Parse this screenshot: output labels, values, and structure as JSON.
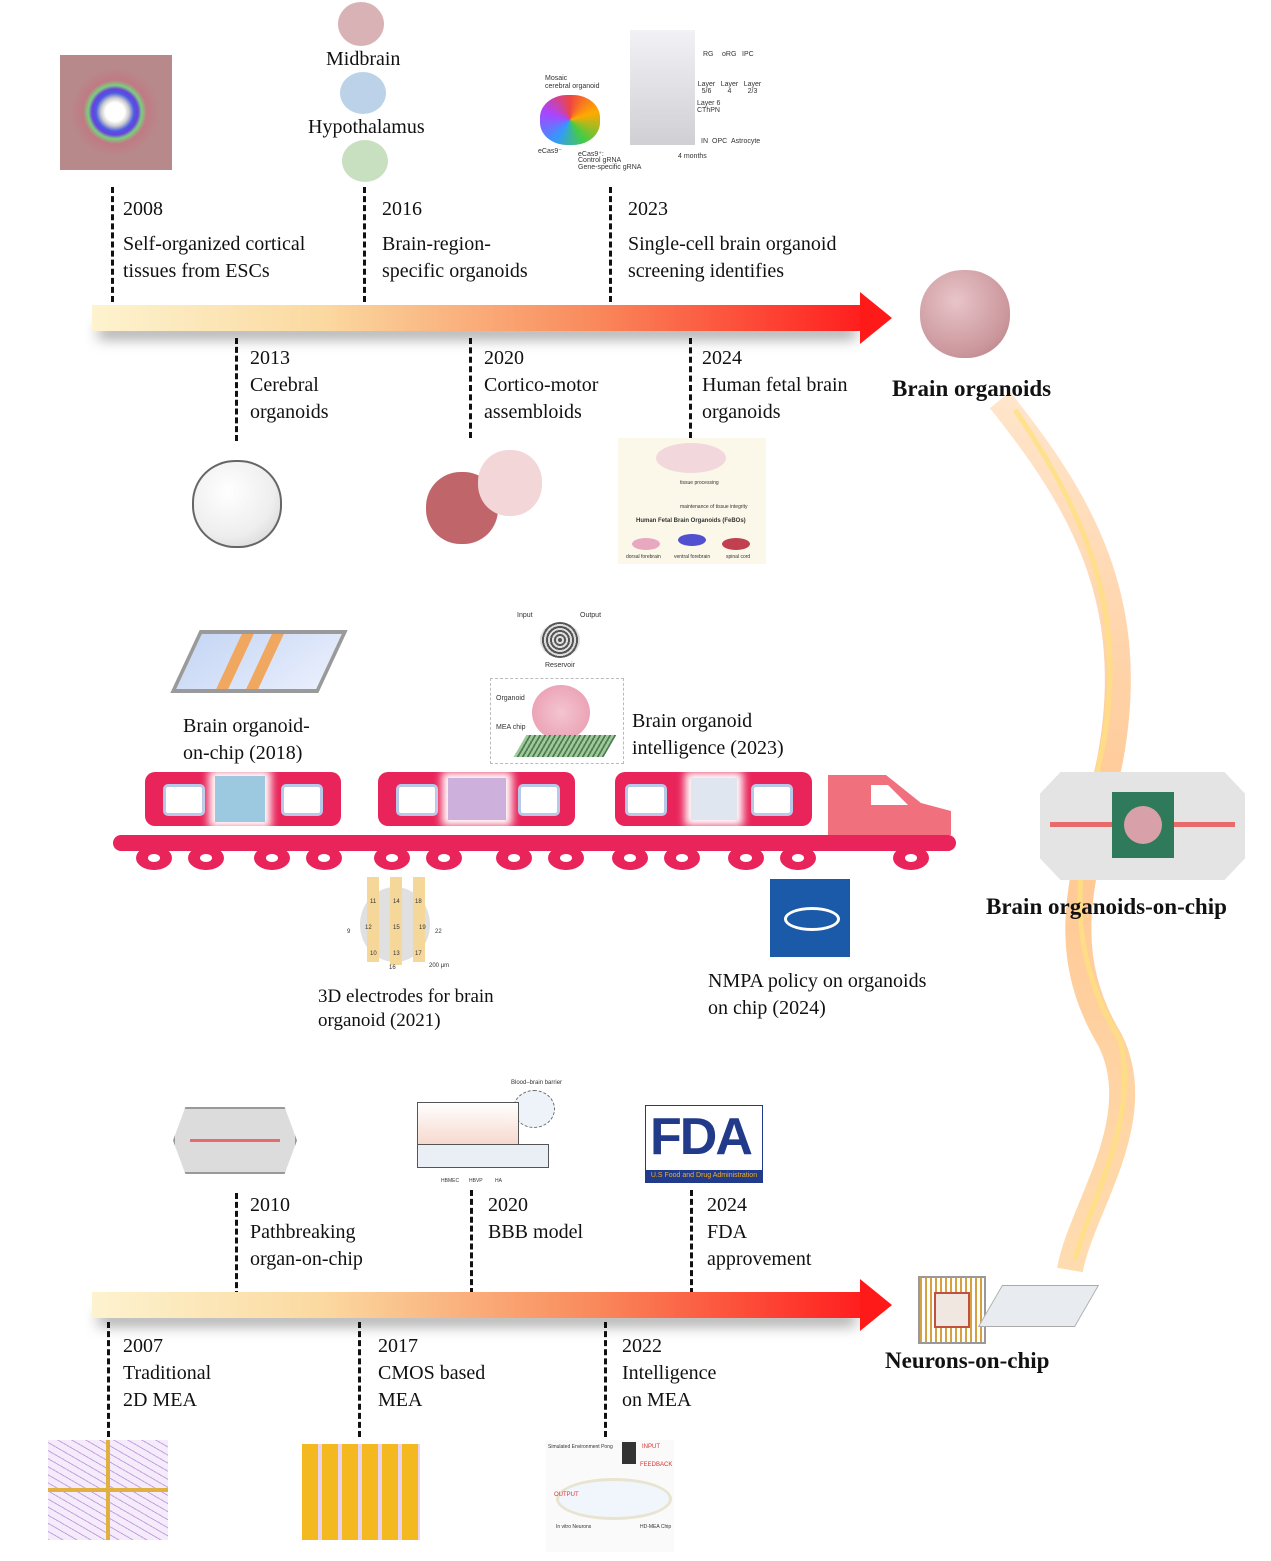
{
  "colors": {
    "train": "#e8245a",
    "arrow_start": "#fdf3cf",
    "arrow_end": "#ff1a1a",
    "flame": "#ffa040"
  },
  "brain_organoids": {
    "title": "Brain organoids",
    "top_labels": {
      "midbrain": "Midbrain",
      "hypothalamus": "Hypothalamus"
    },
    "events_above": [
      {
        "year": "2008",
        "l1": "Self-organized cortical",
        "l2": "tissues from ESCs"
      },
      {
        "year": "2016",
        "l1": "Brain-region-",
        "l2": "specific organoids"
      },
      {
        "year": "2023",
        "l1": "Single-cell brain organoid",
        "l2": "screening identifies"
      }
    ],
    "events_below": [
      {
        "year": "2013",
        "l1": "Cerebral",
        "l2": "organoids"
      },
      {
        "year": "2020",
        "l1": "Cortico-motor",
        "l2": "assembloids"
      },
      {
        "year": "2024",
        "l1": "Human fetal brain",
        "l2": "organoids"
      }
    ],
    "screen_figure": {
      "mosaic": "Mosaic",
      "mosaic2": "cerebral organoid",
      "ecas_neg": "eCas9⁻",
      "ecas_pos": "eCas9⁺:",
      "ctrl": "Control gRNA",
      "gene": "Gene-specific gRNA",
      "months": "4 months",
      "cells": [
        "RG",
        "oRG",
        "IPC",
        "Layer 5/6",
        "Layer 4",
        "Layer 2/3",
        "Layer 6 CThPN",
        "IN",
        "OPC",
        "Astrocyte"
      ]
    },
    "febo_figure": {
      "processing": "tissue processing",
      "integrity": "maintenance of tissue integrity",
      "title": "Human Fetal Brain Organoids (FeBOs)",
      "regions": [
        "dorsal forebrain",
        "ventral forebrain",
        "spinal cord"
      ]
    }
  },
  "organoids_on_chip": {
    "title": "Brain organoids-on-chip",
    "items": [
      {
        "l1": "Brain organoid-",
        "l2": "on-chip (2018)"
      },
      {
        "l1": "Brain organoid",
        "l2": "intelligence (2023)"
      },
      {
        "l1": "3D electrodes for brain",
        "l2": "organoid (2021)"
      },
      {
        "l1": "NMPA policy on organoids",
        "l2": "on chip (2024)"
      }
    ],
    "reservoir_figure": {
      "input": "Input",
      "output": "Output",
      "reservoir": "Reservoir",
      "organoid": "Organoid",
      "mea": "MEA chip"
    },
    "electrode_figure": {
      "numbers": [
        "9",
        "10",
        "11",
        "12",
        "13",
        "14",
        "15",
        "16",
        "17",
        "18",
        "19",
        "22"
      ],
      "scale": "200 μm"
    }
  },
  "neurons_on_chip": {
    "title": "Neurons-on-chip",
    "events_above": [
      {
        "year": "2010",
        "l1": "Pathbreaking",
        "l2": "organ-on-chip"
      },
      {
        "year": "2020",
        "l1": "BBB model",
        "l2": ""
      },
      {
        "year": "2024",
        "l1": "FDA",
        "l2": "approvement"
      }
    ],
    "events_below": [
      {
        "year": "2007",
        "l1": "Traditional",
        "l2": "2D MEA"
      },
      {
        "year": "2017",
        "l1": "CMOS based",
        "l2": "MEA"
      },
      {
        "year": "2022",
        "l1": "Intelligence",
        "l2": "on MEA"
      }
    ],
    "bbb_figure": {
      "title": "Blood–brain barrier",
      "cells": [
        "HBMEC",
        "HBVP",
        "HA"
      ]
    },
    "fda_logo": {
      "text": "FDA",
      "sub": "U.S Food and Drug Administration"
    },
    "pong_figure": {
      "input": "INPUT",
      "feedback": "FEEDBACK",
      "output": "OUTPUT",
      "env": "Simulated Environment Pong",
      "neurons": "In vitro Neurons",
      "chip": "HD-MEA Chip"
    }
  }
}
